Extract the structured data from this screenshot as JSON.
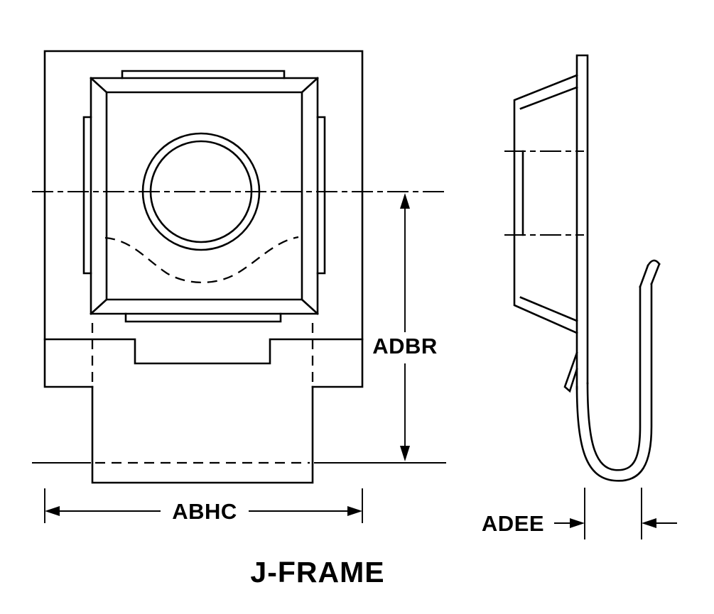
{
  "drawing": {
    "title": "J-FRAME",
    "labels": {
      "adbr": "ADBR",
      "abhc": "ABHC",
      "adee": "ADEE"
    }
  },
  "colors": {
    "line": "#000000",
    "background": "#ffffff"
  }
}
